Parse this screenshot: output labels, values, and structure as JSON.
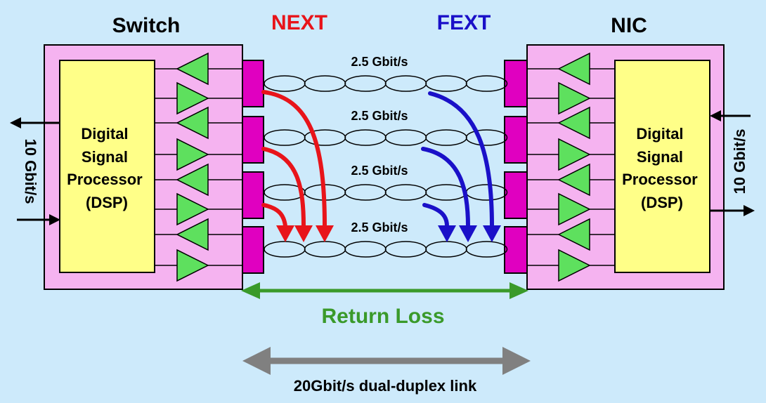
{
  "switch": {
    "title": "Switch",
    "dsp_lines": [
      "Digital",
      "Signal",
      "Processor",
      "(DSP)"
    ],
    "rate": "10 Gbit/s"
  },
  "nic": {
    "title": "NIC",
    "dsp_lines": [
      "Digital",
      "Signal",
      "Processor",
      "(DSP)"
    ],
    "rate": "10 Gbit/s"
  },
  "next": {
    "label": "NEXT",
    "color": "#e8141a"
  },
  "fext": {
    "label": "FEXT",
    "color": "#1a10c8"
  },
  "pairs": [
    {
      "rate": "2.5 Gbit/s"
    },
    {
      "rate": "2.5 Gbit/s"
    },
    {
      "rate": "2.5 Gbit/s"
    },
    {
      "rate": "2.5 Gbit/s"
    }
  ],
  "return_loss": {
    "label": "Return Loss",
    "color": "#3a9a2a"
  },
  "link": {
    "label": "20Gbit/s dual-duplex link",
    "color": "#808080"
  },
  "colors": {
    "background": "#cdeafb",
    "box": "#f5b3f0",
    "dsp": "#ffff88",
    "transformer": "#e000c0",
    "amplifier": "#5ee05e"
  }
}
